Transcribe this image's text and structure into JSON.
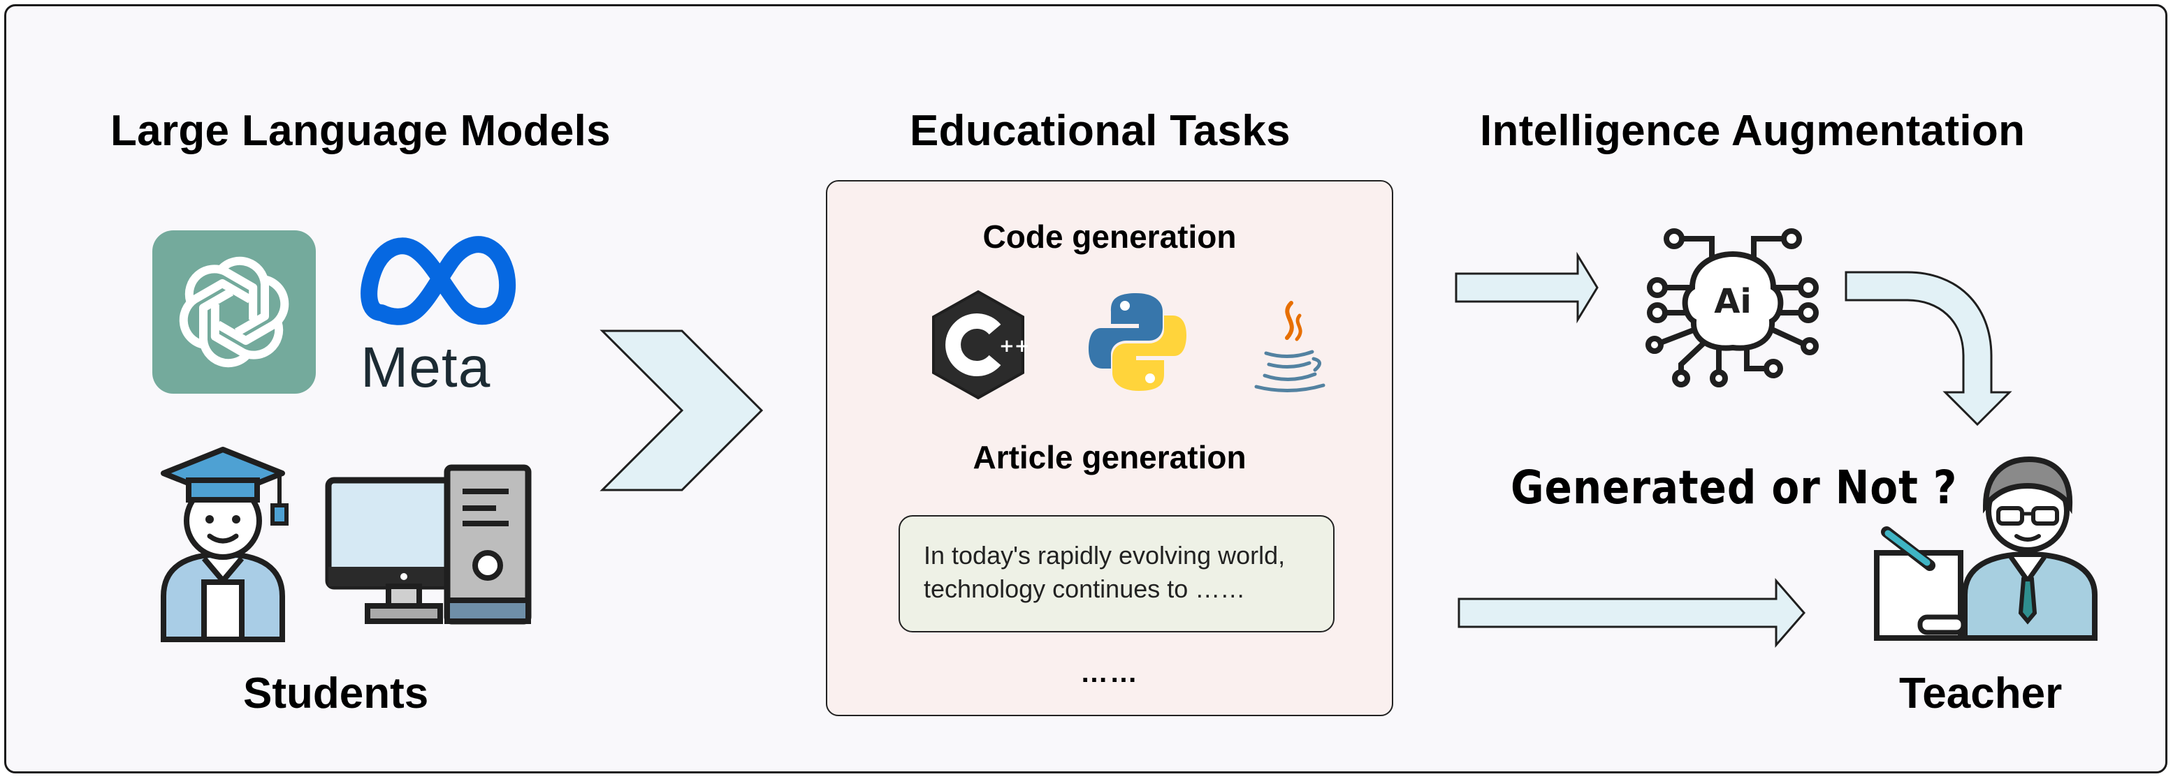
{
  "headings": {
    "llm": "Large Language Models",
    "tasks": "Educational Tasks",
    "augmentation": "Intelligence Augmentation"
  },
  "llm_logos": {
    "openai_icon": "openai-logo",
    "meta_text": "Meta"
  },
  "students_label": "Students",
  "tasks_box": {
    "code_title": "Code generation",
    "code_icons": [
      "cpp-icon",
      "python-icon",
      "java-icon"
    ],
    "cpp_badge": "++",
    "article_title": "Article generation",
    "article_snippet": "In today's rapidly evolving world,\ntechnology continues to ……",
    "ellipsis": "……"
  },
  "ai_chip": {
    "text": "Ai"
  },
  "question": "Generated or Not ?",
  "teacher_label": "Teacher",
  "colors": {
    "arrow_fill": "#e2f1f6",
    "openai_green": "#74aa9c",
    "meta_blue": "#0668e1",
    "task_box_bg": "#faf0ef",
    "text_box_bg": "#eef1e6"
  }
}
